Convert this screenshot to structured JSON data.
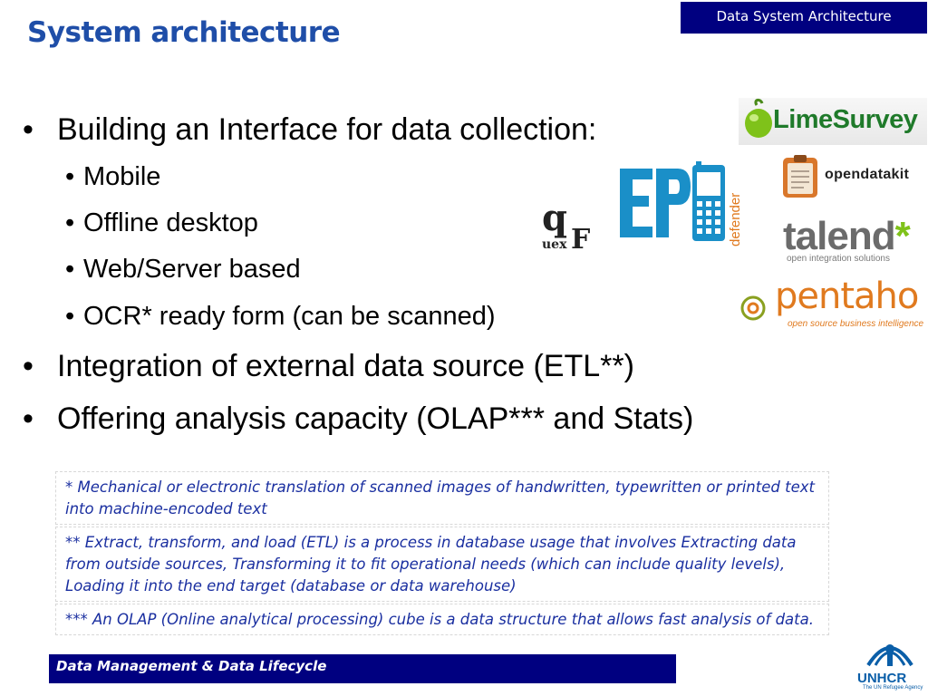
{
  "header_tag": "Data System Architecture",
  "title": "System architecture",
  "bullets": {
    "b1": "Building an Interface for data collection:",
    "sub": [
      "Mobile",
      "Offline desktop",
      "Web/Server based",
      "OCR* ready form (can be scanned)"
    ],
    "b2": "Integration of external data source (ETL**)",
    "b3": "Offering analysis capacity (OLAP*** and Stats)"
  },
  "notes": [
    "* Mechanical or electronic translation of scanned images of handwritten, typewritten or printed text into machine-encoded text",
    "** Extract, transform, and load (ETL) is a process in database usage that involves Extracting data from outside sources, Transforming it to fit operational needs (which can include quality levels), Loading it into the end target (database or data warehouse)",
    "*** An OLAP (Online analytical processing) cube is a data structure that allows fast analysis of data."
  ],
  "footer": "Data Management & Data Lifecycle",
  "logos": {
    "limesurvey": "LimeSurvey",
    "opendatakit": "opendatakit",
    "talend": "talend",
    "talend_asterisk": "*",
    "talend_sub": "open integration solutions",
    "pentaho": "pentaho",
    "pentaho_sub": "open source business intelligence",
    "unhcr": "UNHCR",
    "unhcr_sub": "The UN Refugee Agency",
    "epi_side": "defender"
  },
  "colors": {
    "title": "#1f4ea8",
    "bar": "#000080",
    "note_text": "#1a2fa0"
  }
}
